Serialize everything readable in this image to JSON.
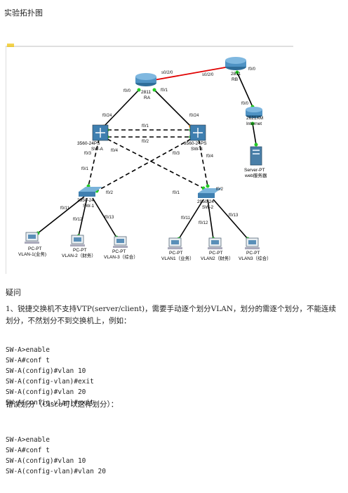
{
  "doc": {
    "heading": "实验拓扑图",
    "section": "疑问",
    "question": "1、锐捷交换机不支持VTP(server/client)，需要手动逐个划分VLAN，划分的需逐个划分，不能连续划分，不然划分不到交换机上，例如：",
    "code1": [
      "SW-A>enable",
      "SW-A#conf t",
      "SW-A(config)#vlan 10",
      "SW-A(config-vlan)#exit",
      "SW-A(config)#vlan 20",
      "SW-A(config-vlan)#exit"
    ],
    "wrong": "错误划分（Cisco可以这样划分）：",
    "code2": [
      "SW-A>enable",
      "SW-A#conf t",
      "SW-A(config)#vlan 10",
      "SW-A(config-vlan)#vlan 20"
    ]
  },
  "topology": {
    "devices": {
      "ra_model": "2811",
      "ra_name": "RA",
      "rb_model": "2811",
      "rb_name": "RB",
      "inet_model": "2621XM",
      "inet_name": "Internet",
      "server_model": "Server-PT",
      "server_name": "web服务器",
      "swa_model": "3560-24PS",
      "swa_name": "SW-A",
      "swb_model": "3560-24PS",
      "swb_name": "SW-B",
      "sw1_model": "2950-24",
      "sw1_name": "SW-1",
      "sw2_model": "2950-24",
      "sw2_name": "SW-2"
    },
    "pcs": [
      {
        "model": "PC-PT",
        "name": "VLAN-1(业务)"
      },
      {
        "model": "PC-PT",
        "name": "VLAN-2（财务）"
      },
      {
        "model": "PC-PT",
        "name": "VLAN-3（综合）"
      },
      {
        "model": "PC-PT",
        "name": "VLAN1（业务）"
      },
      {
        "model": "PC-PT",
        "name": "VLAN2（财务）"
      },
      {
        "model": "PC-PT",
        "name": "VLAN3（综合）"
      }
    ],
    "ports": {
      "ra_s": "s0/2/0",
      "rb_s": "s0/2/0",
      "rb_f00": "f0/0",
      "ra_f00": "f0/0",
      "ra_f01": "f0/1",
      "swa_f024": "f0/24",
      "swb_f024": "f0/24",
      "sw_f01_top": "f0/1",
      "sw_f02_bot": "f0/2",
      "swa_f03": "f0/3",
      "swa_f04": "f0/4",
      "swb_f03": "f0/3",
      "swb_f04": "f0/4",
      "inet_f00": "f0/0",
      "sw1_f01": "f0/1",
      "sw1_f02": "f0/2",
      "sw1_f011": "f0/11",
      "sw1_f012": "f0/12",
      "sw1_f013": "f0/13",
      "sw2_f01": "f0/1",
      "sw2_f02": "f0/2",
      "sw2_f011": "f0/11",
      "sw2_f012": "f0/12",
      "sw2_f013": "f0/13"
    }
  }
}
